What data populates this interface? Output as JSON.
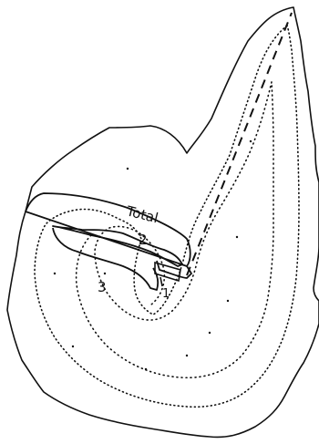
{
  "labels": {
    "total": "Total",
    "two": "2",
    "three": "3",
    "one": "1"
  },
  "colors": {
    "ink": "#111111",
    "background": "#ffffff"
  },
  "lines": {
    "dashed": true
  }
}
